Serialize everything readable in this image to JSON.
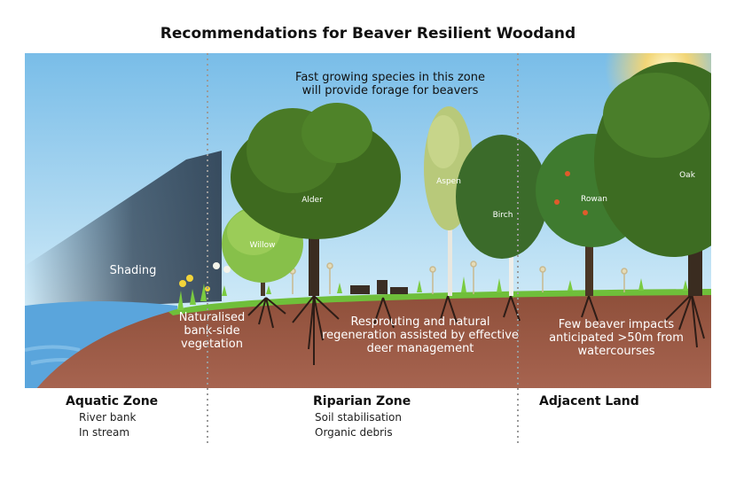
{
  "title": "Recommendations for Beaver Resilient Woodand",
  "top_note": [
    "Fast growing species in this zone",
    "will provide forage for beavers"
  ],
  "shading_label": "Shading",
  "trees": {
    "alder": "Alder",
    "willow": "Willow",
    "aspen": "Aspen",
    "birch": "Birch",
    "rowan": "Rowan",
    "oak": "Oak"
  },
  "ground_notes": {
    "bank": [
      "Naturalised",
      "bank-side",
      "vegetation"
    ],
    "riparian": [
      "Resprouting and natural",
      "regeneration assisted by effective",
      "deer management"
    ],
    "adjacent": [
      "Few beaver impacts",
      "anticipated >50m from",
      "watercourses"
    ]
  },
  "zones": [
    {
      "title": "Aquatic Zone",
      "items": [
        "River bank",
        "In stream"
      ]
    },
    {
      "title": "Riparian Zone",
      "items": [
        "Soil stabilisation",
        "Organic debris"
      ]
    },
    {
      "title": "Adjacent Land",
      "items": []
    }
  ],
  "colors": {
    "sky_top": "#7cc0e8",
    "sky_bottom": "#cfe9f7",
    "soil": "#a4604a",
    "grass": "#6fbf3a",
    "water": "#4f9ad6",
    "shadow": "#2c3d4f",
    "divider": "#9a9a9a"
  }
}
